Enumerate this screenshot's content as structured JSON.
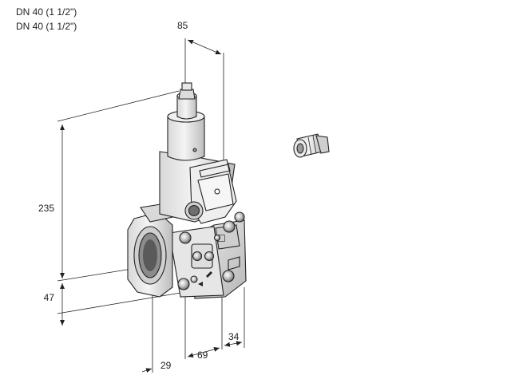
{
  "header": {
    "line1": "DN 40 (1 1/2\")",
    "line2": "DN 40 (1 1/2\")"
  },
  "dimensions": {
    "width_top": "85",
    "height_total": "235",
    "height_lower": "47",
    "depth_left": "29",
    "depth_mid": "69",
    "depth_right": "34"
  }
}
